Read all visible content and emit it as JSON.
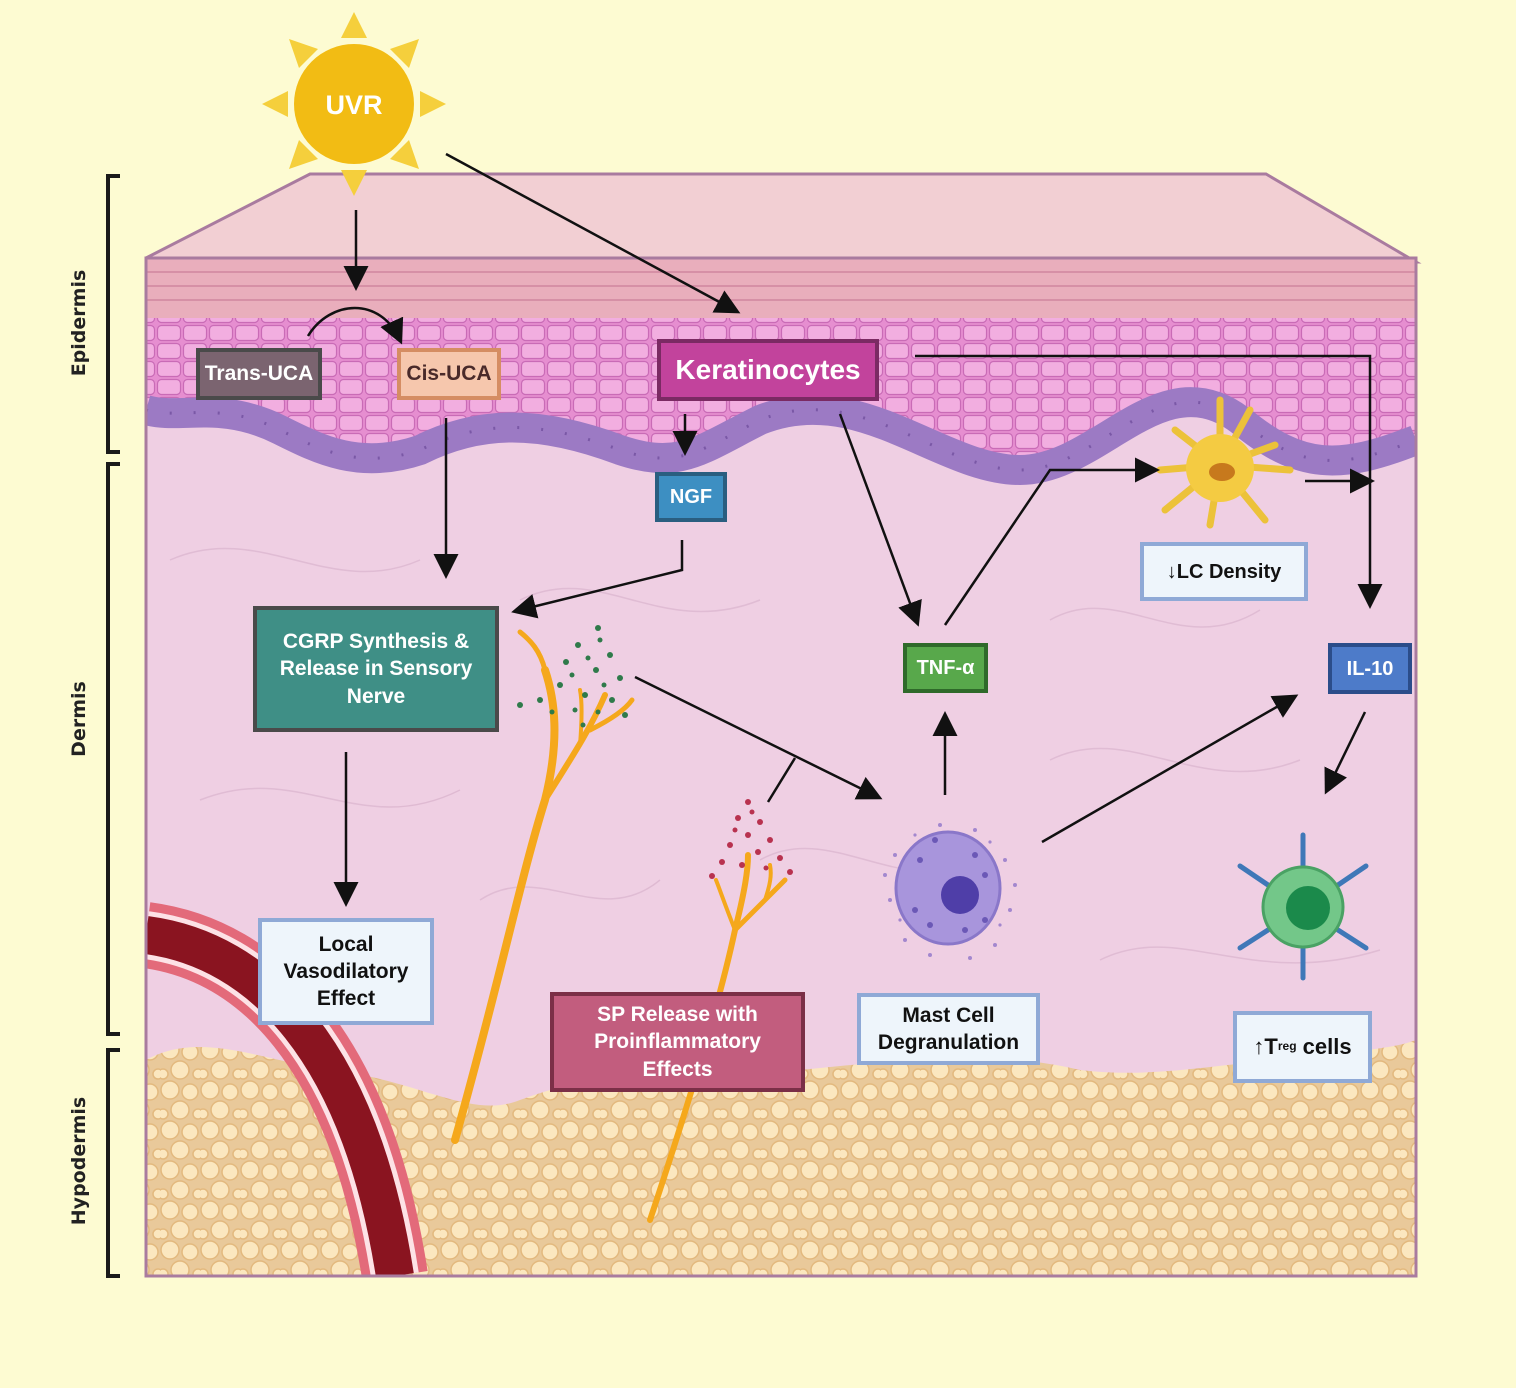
{
  "sun": {
    "label": "UVR",
    "color": "#f2bc14"
  },
  "layers": {
    "epidermis": "Epidermis",
    "dermis": "Dermis",
    "hypodermis": "Hypodermis"
  },
  "nodes": {
    "trans_uca": "Trans-UCA",
    "cis_uca": "Cis-UCA",
    "keratinocytes": "Keratinocytes",
    "ngf": "NGF",
    "cgrp": "CGRP Synthesis & Release in Sensory Nerve",
    "vasodilatory": "Local Vasodilatory Effect",
    "sp_release": "SP Release with Proinflammatory Effects",
    "mast_cell": "Mast Cell Degranulation",
    "tnf": "TNF-α",
    "lc_density": "↓LC Density",
    "il10": "IL-10",
    "treg_prefix": "↑T",
    "treg_sub": "reg",
    "treg_suffix": " cells"
  },
  "colors": {
    "background": "#fdfbd2",
    "dermis": "#efcfe3",
    "keratinocytes_box": "#c2439c",
    "ngf_box": "#3d8fc2",
    "cgrp_box": "#3f8f86",
    "sp_box": "#c25d7e",
    "tnf_box": "#58a84b",
    "il10_box": "#4d7bc9",
    "trans_box": "#7b6470",
    "cis_box": "#f6c7ad"
  }
}
